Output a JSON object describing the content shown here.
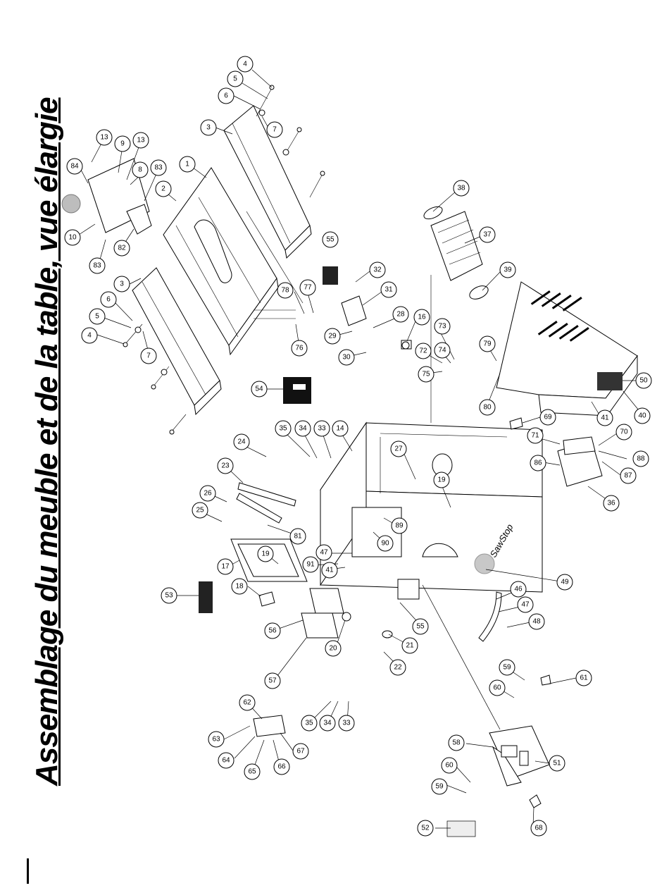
{
  "title": "Assemblage du meuble et de la table, vue élargie",
  "brand_logo_text": "SawStop",
  "callouts": [
    {
      "label": "4"
    },
    {
      "label": "5"
    },
    {
      "label": "6"
    },
    {
      "label": "7"
    },
    {
      "label": "3"
    },
    {
      "label": "13"
    },
    {
      "label": "9"
    },
    {
      "label": "13"
    },
    {
      "label": "84"
    },
    {
      "label": "8"
    },
    {
      "label": "83"
    },
    {
      "label": "1"
    },
    {
      "label": "2"
    },
    {
      "label": "10"
    },
    {
      "label": "82"
    },
    {
      "label": "83"
    },
    {
      "label": "3"
    },
    {
      "label": "6"
    },
    {
      "label": "5"
    },
    {
      "label": "4"
    },
    {
      "label": "7"
    },
    {
      "label": "38"
    },
    {
      "label": "37"
    },
    {
      "label": "39"
    },
    {
      "label": "55"
    },
    {
      "label": "32"
    },
    {
      "label": "31"
    },
    {
      "label": "78"
    },
    {
      "label": "77"
    },
    {
      "label": "76"
    },
    {
      "label": "28"
    },
    {
      "label": "29"
    },
    {
      "label": "16"
    },
    {
      "label": "73"
    },
    {
      "label": "30"
    },
    {
      "label": "72"
    },
    {
      "label": "74"
    },
    {
      "label": "75"
    },
    {
      "label": "79"
    },
    {
      "label": "54"
    },
    {
      "label": "80"
    },
    {
      "label": "50"
    },
    {
      "label": "40"
    },
    {
      "label": "41"
    },
    {
      "label": "69"
    },
    {
      "label": "24"
    },
    {
      "label": "35"
    },
    {
      "label": "34"
    },
    {
      "label": "33"
    },
    {
      "label": "14"
    },
    {
      "label": "71"
    },
    {
      "label": "70"
    },
    {
      "label": "86"
    },
    {
      "label": "87"
    },
    {
      "label": "88"
    },
    {
      "label": "23"
    },
    {
      "label": "27"
    },
    {
      "label": "26"
    },
    {
      "label": "25"
    },
    {
      "label": "19"
    },
    {
      "label": "36"
    },
    {
      "label": "81"
    },
    {
      "label": "89"
    },
    {
      "label": "90"
    },
    {
      "label": "47"
    },
    {
      "label": "19"
    },
    {
      "label": "17"
    },
    {
      "label": "91"
    },
    {
      "label": "41"
    },
    {
      "label": "49"
    },
    {
      "label": "53"
    },
    {
      "label": "18"
    },
    {
      "label": "46"
    },
    {
      "label": "47"
    },
    {
      "label": "48"
    },
    {
      "label": "55"
    },
    {
      "label": "56"
    },
    {
      "label": "20"
    },
    {
      "label": "21"
    },
    {
      "label": "22"
    },
    {
      "label": "57"
    },
    {
      "label": "59"
    },
    {
      "label": "60"
    },
    {
      "label": "61"
    },
    {
      "label": "62"
    },
    {
      "label": "35"
    },
    {
      "label": "34"
    },
    {
      "label": "33"
    },
    {
      "label": "63"
    },
    {
      "label": "67"
    },
    {
      "label": "64"
    },
    {
      "label": "65"
    },
    {
      "label": "66"
    },
    {
      "label": "58"
    },
    {
      "label": "51"
    },
    {
      "label": "60"
    },
    {
      "label": "59"
    },
    {
      "label": "52"
    },
    {
      "label": "68"
    }
  ]
}
